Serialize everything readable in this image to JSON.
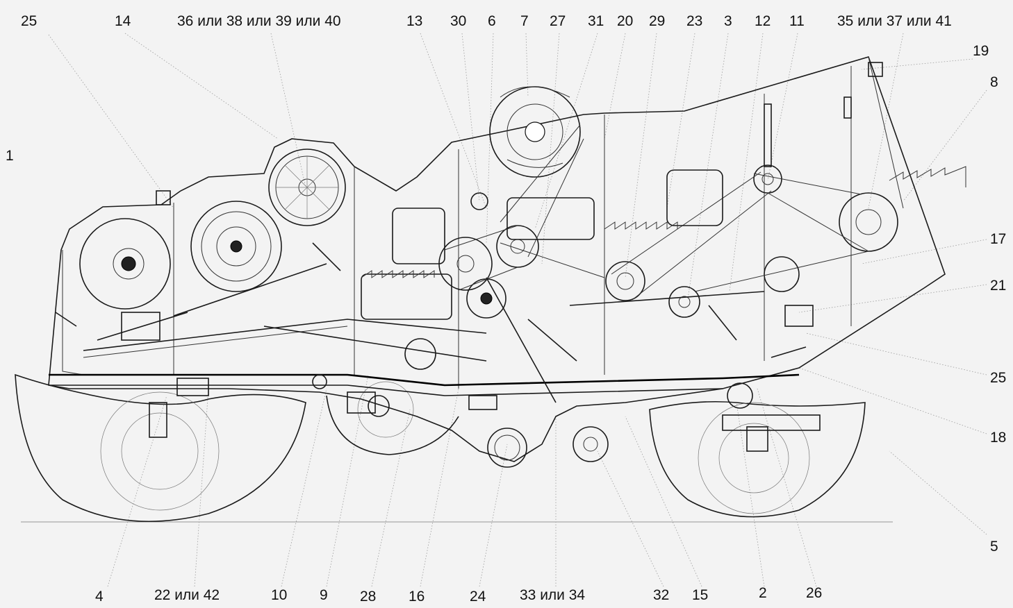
{
  "labels": {
    "top": [
      {
        "id": "t25",
        "text": "25"
      },
      {
        "id": "t14",
        "text": "14"
      },
      {
        "id": "t36",
        "text": "36 или 38 или 39 или 40"
      },
      {
        "id": "t13",
        "text": "13"
      },
      {
        "id": "t30",
        "text": "30"
      },
      {
        "id": "t6",
        "text": "6"
      },
      {
        "id": "t7",
        "text": "7"
      },
      {
        "id": "t27",
        "text": "27"
      },
      {
        "id": "t31",
        "text": "31"
      },
      {
        "id": "t20",
        "text": "20"
      },
      {
        "id": "t29",
        "text": "29"
      },
      {
        "id": "t23",
        "text": "23"
      },
      {
        "id": "t3",
        "text": "3"
      },
      {
        "id": "t12",
        "text": "12"
      },
      {
        "id": "t11",
        "text": "11"
      },
      {
        "id": "t35",
        "text": "35 или 37 или 41"
      }
    ],
    "right": [
      {
        "id": "r19",
        "text": "19"
      },
      {
        "id": "r8",
        "text": "8"
      },
      {
        "id": "r17",
        "text": "17"
      },
      {
        "id": "r21",
        "text": "21"
      },
      {
        "id": "r25",
        "text": "25"
      },
      {
        "id": "r18",
        "text": "18"
      },
      {
        "id": "r5",
        "text": "5"
      }
    ],
    "left": [
      {
        "id": "l1",
        "text": "1"
      }
    ],
    "bottom": [
      {
        "id": "b4",
        "text": "4"
      },
      {
        "id": "b22",
        "text": "22 или 42"
      },
      {
        "id": "b10",
        "text": "10"
      },
      {
        "id": "b9",
        "text": "9"
      },
      {
        "id": "b28",
        "text": "28"
      },
      {
        "id": "b16",
        "text": "16"
      },
      {
        "id": "b24",
        "text": "24"
      },
      {
        "id": "b33",
        "text": "33 или 34"
      },
      {
        "id": "b32",
        "text": "32"
      },
      {
        "id": "b15",
        "text": "15"
      },
      {
        "id": "b2",
        "text": "2"
      },
      {
        "id": "b26",
        "text": "26"
      }
    ]
  }
}
